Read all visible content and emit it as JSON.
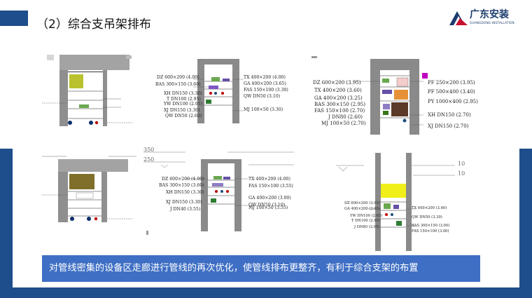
{
  "header": {
    "title": "（2）综合支吊架排布",
    "logo_text": "广东安装",
    "logo_sub": "GUANGDONG INSTALLATION"
  },
  "caption": "对管线密集的设备区走廊进行管线的再次优化，使管线排布更整齐，有利于综合支架的布置",
  "colors": {
    "brand_blue": "#1e4e8c",
    "caption_bg": "#3f6fc4",
    "logo_red": "#c8102e",
    "logo_dark": "#1d3c6e"
  },
  "section_top_mid": {
    "left": [
      "DZ 600×200 (4.00)",
      "BAS 300×150 (3.60)",
      "XH DN150 (3.30)",
      "T DN100 (2.95)",
      "YW DN100 (2.95)",
      "XJ DN150 (3.30)",
      "QW DN50 (2.60)"
    ],
    "right": [
      "TX 400×200 (4.00)",
      "GA 400×200 (3.65)",
      "FAS 150×100 (3.30)",
      "QW DN50 (3.10)",
      "MJ 100×50 (3.30)"
    ]
  },
  "section_top_right": {
    "left": [
      "DZ 600×200 (3.95)",
      "TX 400×200 (3.60)",
      "GA 400×200 (3.25)",
      "BAS 300×150 (2.95)",
      "FAS 150×100 (2.70)",
      "J DN80 (2.60)",
      "MJ 100×50 (2.70)"
    ],
    "right": [
      "PF 250×200 (3.95)",
      "PF 500×400 (3.40)",
      "PY 1000×400 (2.95)",
      "XH DN150 (2.70)",
      "XJ DN150 (2.70)"
    ]
  },
  "section_bottom_mid": {
    "left": [
      "DZ 600×200 (4.00)",
      "BAS 300×150 (3.60)",
      "XH DN150 (3.30)",
      "XJ DN150 (3.30)",
      "J DN40 (3.55)"
    ],
    "right": [
      "TX 400×200 (4.00)",
      "FAS 150×100 (3.55)",
      "GA 400×200 (3.00)",
      "QW DN50 (3.10)",
      "MJ 100×50 (3.55)"
    ],
    "dim_labels": [
      "350",
      "250"
    ]
  },
  "section_bottom_right": {
    "left": [
      "DZ 600×200 (3.95)",
      "GA 400×200 (3.65)",
      "YW DN100 (2.65)",
      "T DN100 (2.65)",
      "J DN80 (2.65)"
    ],
    "right": [
      "TX 400×200 (3.60)",
      "QW DN50 (3.30)",
      "BAS 300×150 (3.00)",
      "FAS 150×100 (3.00)"
    ],
    "dim_labels": [
      "10",
      "10"
    ]
  }
}
